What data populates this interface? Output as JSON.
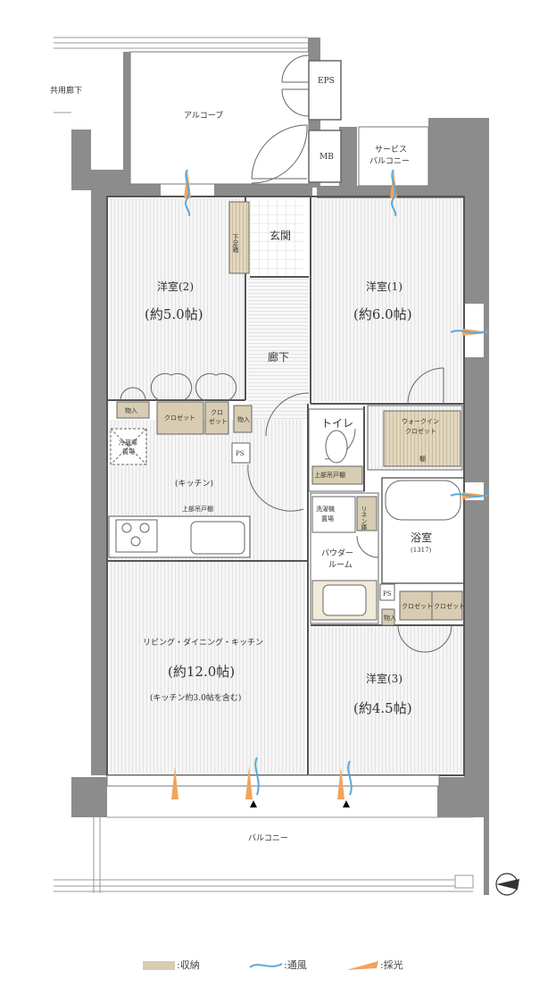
{
  "rooms": {
    "corridor_public": "共用廊下",
    "alcove": "アルコーブ",
    "eps": "EPS",
    "mb": "MB",
    "service_balcony": [
      "サービス",
      "バルコニー"
    ],
    "entrance": "玄関",
    "shoe_cabinet": "下足箱",
    "room2": {
      "name": "洋室(2)",
      "size": "(約5.0帖)"
    },
    "room1": {
      "name": "洋室(1)",
      "size": "(約6.0帖)"
    },
    "hallway": "廊下",
    "storage_small": "物入",
    "closet": "クロゼット",
    "closet_short": [
      "クロ",
      "ゼット"
    ],
    "fridge": [
      "冷蔵庫",
      "置場"
    ],
    "ps": "PS",
    "toilet": "トイレ",
    "toilet_shelf": "上部吊戸棚",
    "walkin": [
      "ウォークイン",
      "クロゼット"
    ],
    "shelf": "棚",
    "kitchen": "(キッチン)",
    "upper_cabinet": "上部吊戸棚",
    "washer": [
      "洗濯機",
      "置場"
    ],
    "linen": [
      "リネン庫"
    ],
    "bath": {
      "name": "浴室",
      "size": "(1317)"
    },
    "powder": [
      "パウダー",
      "ルーム"
    ],
    "ldk": {
      "name": "リビング・ダイニング・キッチン",
      "size": "(約12.0帖)",
      "note": "(キッチン約3.0帖を含む)"
    },
    "room3": {
      "name": "洋室(3)",
      "size": "(約4.5帖)"
    },
    "balcony": "バルコニー"
  },
  "legend": {
    "storage": ":収納",
    "ventilation": ":通風",
    "daylight": ":採光"
  },
  "colors": {
    "storage": "#d8ccb2",
    "ventilation": "#5aa9d6",
    "daylight": "#f2a35e",
    "wall": "#8c8c8c"
  }
}
